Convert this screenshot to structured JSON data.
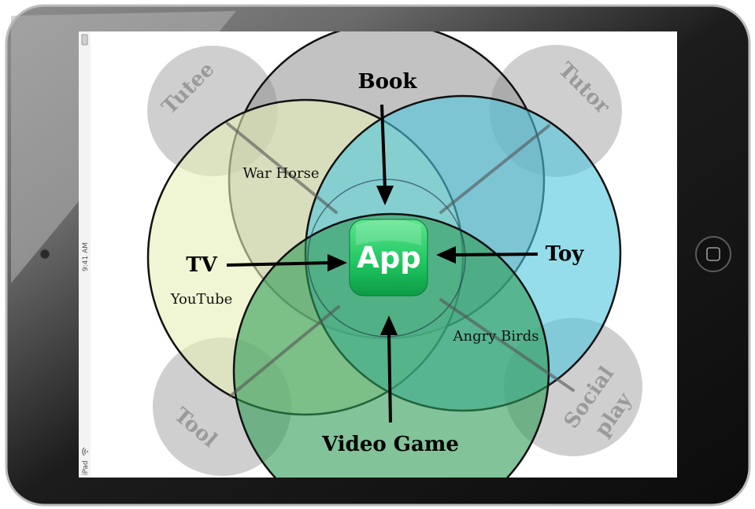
{
  "status_bar": {
    "time": "9:41 AM",
    "device": "iPad"
  },
  "diagram": {
    "center_label": "App",
    "circles": {
      "book": "Book",
      "tv": "TV",
      "toy": "Toy",
      "video_game": "Video Game"
    },
    "examples": {
      "war_horse": "War Horse",
      "youtube": "YouTube",
      "angry_birds": "Angry Birds"
    },
    "roles": {
      "tutee": "Tutee",
      "tutor": "Tutor",
      "tool": "Tool",
      "social_line1": "Social",
      "social_line2": "play"
    }
  },
  "colors": {
    "book_fill": "#8f8f8f",
    "tv_fill": "#e6efb5",
    "toy_fill": "#4fc7dd",
    "video_game_fill": "#2e9b55",
    "app_icon": "#2bd26c",
    "role_circle": "#cfcfcf",
    "role_text": "#9a9a9a",
    "bezel": "#1a1a1a"
  },
  "icons": {
    "home_button": "home-button-icon",
    "camera": "camera-icon",
    "battery": "battery-icon",
    "wifi": "wifi-icon",
    "app": "app-icon"
  }
}
